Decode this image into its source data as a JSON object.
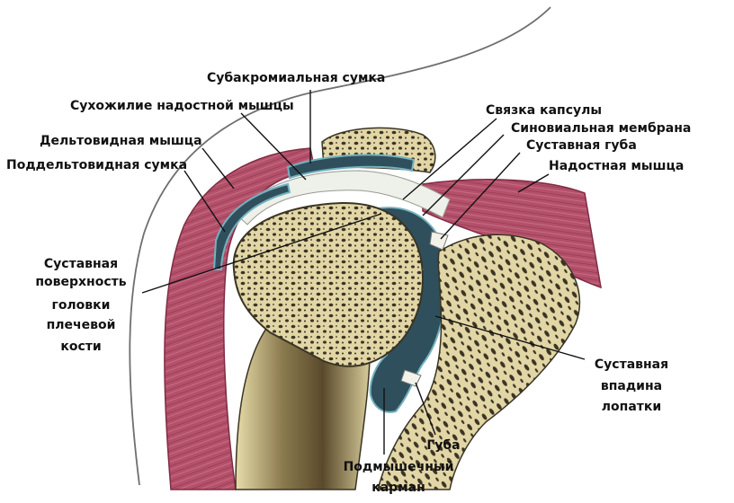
{
  "labels": {
    "subacromial_bursa": "Субакромиальная сумка",
    "supraspinatus_tendon": "Сухожилие надостной мышцы",
    "capsule_ligament": "Связка капсулы",
    "synovial_membrane": "Синовиальная мембрана",
    "deltoid_muscle": "Дельтовидная мышца",
    "glenoid_labrum": "Суставная губа",
    "subdeltoid_bursa": "Поддельтовидная сумка",
    "supraspinatus_muscle": "Надостная мышца",
    "humeral_head_surface": [
      "Суставная",
      "поверхность",
      "головки",
      "плечевой",
      "кости"
    ],
    "glenoid_cavity": [
      "Суставная",
      "впадина",
      "лопатки"
    ],
    "lip": "Губа",
    "axillary_pouch": [
      "Подмышечный",
      "карман"
    ]
  },
  "colors": {
    "muscle": "#b4506a",
    "muscle_dark": "#7e2c44",
    "bone": "#e2d6a6",
    "bone_dark": "#3a3424",
    "marrow": "#5a4a2c",
    "synovial": "#2f4f5c",
    "tendon": "#eef0ea",
    "leader": "#111111"
  }
}
